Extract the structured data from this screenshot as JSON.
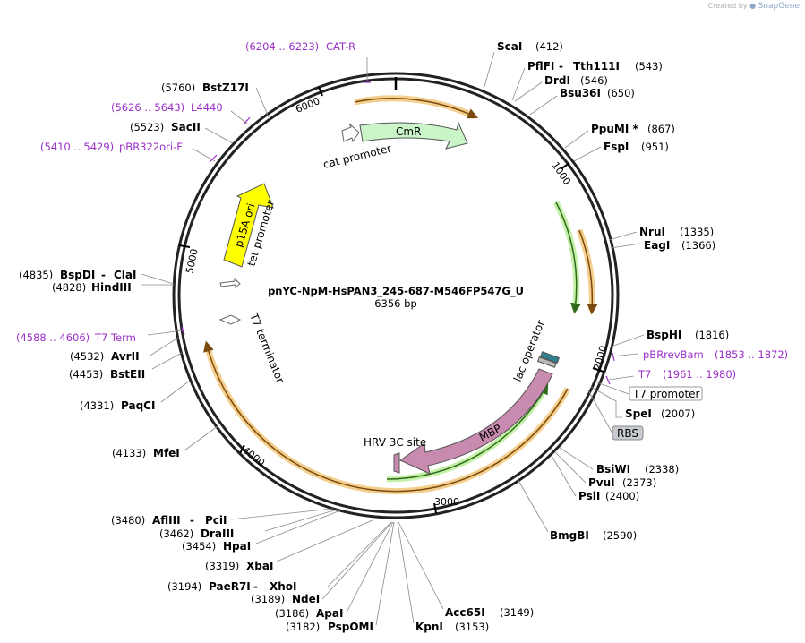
{
  "credit": {
    "prefix": "Created by",
    "brand": "SnapGene"
  },
  "plasmid": {
    "name": "pnYC-NpM-HsPAN3_245-687-M546FP547G_U",
    "size_label": "6356 bp",
    "length": 6356
  },
  "position_ticks": [
    "1000",
    "2000",
    "3000",
    "4000",
    "5000",
    "6000"
  ],
  "colors": {
    "backbone": "#222222",
    "orf_orange": "#e8a33c",
    "orf_green": "#4aa32c",
    "cmr_fill": "#c9f5c9",
    "p15a_fill": "#ffff00",
    "mbp_fill": "#c98ab0",
    "primer": "#9b2fc8"
  },
  "features": [
    {
      "key": "cmr",
      "label": "CmR"
    },
    {
      "key": "cat_promoter",
      "label": "cat promoter"
    },
    {
      "key": "p15a_ori",
      "label": "p15A ori"
    },
    {
      "key": "tet_promoter",
      "label": "tet promoter"
    },
    {
      "key": "t7_terminator",
      "label": "T7 terminator"
    },
    {
      "key": "lac_operator",
      "label": "lac operator"
    },
    {
      "key": "mbp",
      "label": "MBP"
    },
    {
      "key": "hrv_3c_site",
      "label": "HRV 3C site"
    }
  ],
  "boxed_labels": {
    "t7_promoter": "T7 promoter",
    "rbs": "RBS"
  },
  "sites": [
    {
      "name": "ScaI",
      "pos": "(412)"
    },
    {
      "name": "PflFI",
      "sep": " - ",
      "name2": "Tth111I",
      "pos": "(543)"
    },
    {
      "name": "DrdI",
      "pos": "(546)"
    },
    {
      "name": "Bsu36I",
      "pos": "(650)"
    },
    {
      "name": "PpuMI *",
      "pos": "(867)"
    },
    {
      "name": "FspI",
      "pos": "(951)"
    },
    {
      "name": "NruI",
      "pos": "(1335)"
    },
    {
      "name": "EagI",
      "pos": "(1366)"
    },
    {
      "name": "BspHI",
      "pos": "(1816)"
    },
    {
      "name": "SpeI",
      "pos": "(2007)"
    },
    {
      "name": "BsiWI",
      "pos": "(2338)"
    },
    {
      "name": "PvuI",
      "pos": "(2373)"
    },
    {
      "name": "PsiI",
      "pos": "(2400)"
    },
    {
      "name": "BmgBI",
      "pos": "(2590)"
    },
    {
      "name": "Acc65I",
      "pos": "(3149)"
    },
    {
      "name": "KpnI",
      "pos": "(3153)"
    },
    {
      "name": "PspOMI",
      "pos": "(3182)"
    },
    {
      "name": "ApaI",
      "pos": "(3186)"
    },
    {
      "name": "NdeI",
      "pos": "(3189)"
    },
    {
      "name": "PaeR7I",
      "sep": " - ",
      "name2": "XhoI",
      "pos": "(3194)"
    },
    {
      "name": "XbaI",
      "pos": "(3319)"
    },
    {
      "name": "HpaI",
      "pos": "(3454)"
    },
    {
      "name": "DraIII",
      "pos": "(3462)"
    },
    {
      "name": "AflIII",
      "sep": " - ",
      "name2": "PciI",
      "pos": "(3480)"
    },
    {
      "name": "MfeI",
      "pos": "(4133)"
    },
    {
      "name": "PaqCI",
      "pos": "(4331)"
    },
    {
      "name": "BstEII",
      "pos": "(4453)"
    },
    {
      "name": "AvrII",
      "pos": "(4532)"
    },
    {
      "name": "HindIII",
      "pos": "(4828)"
    },
    {
      "name": "BspDI",
      "sep": " - ",
      "name2": "ClaI",
      "pos": "(4835)"
    },
    {
      "name": "SacII",
      "pos": "(5523)"
    },
    {
      "name": "BstZ17I",
      "pos": "(5760)"
    }
  ],
  "primers": [
    {
      "name": "CAT-R",
      "range": "(6204 .. 6223)"
    },
    {
      "name": "L4440",
      "range": "(5626 .. 5643)"
    },
    {
      "name": "pBR322ori-F",
      "range": "(5410 .. 5429)"
    },
    {
      "name": "T7 Term",
      "range": "(4588 .. 4606)"
    },
    {
      "name": "pBRrevBam",
      "range": "(1853 .. 1872)"
    },
    {
      "name": "T7",
      "range": "(1961 .. 1980)"
    }
  ]
}
